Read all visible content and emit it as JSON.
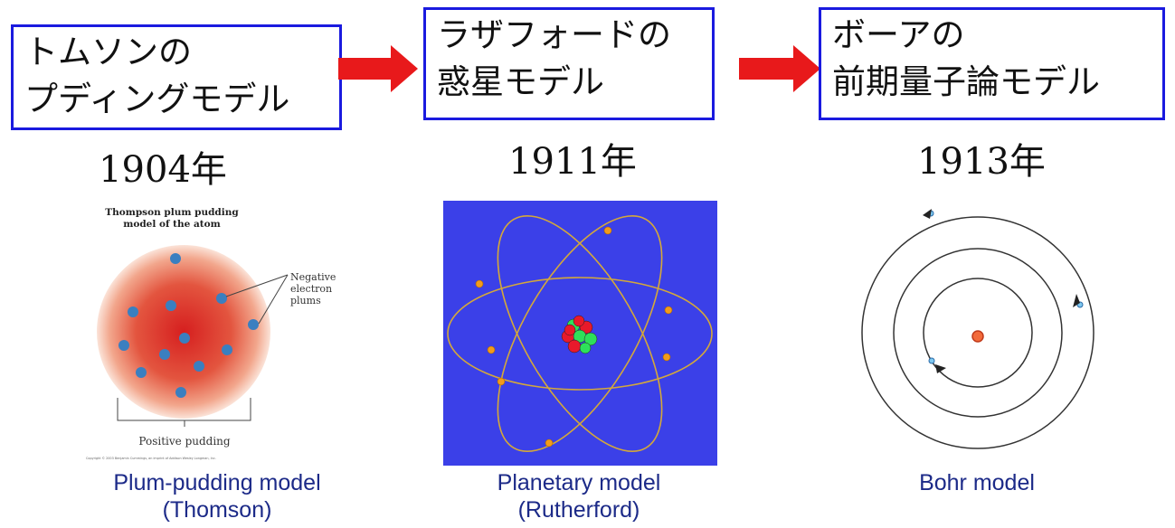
{
  "models": [
    {
      "box_lines": [
        "トムソンの",
        "プディングモデル"
      ],
      "year": "1904",
      "year_suffix": "年",
      "caption_lines": [
        "Plum-pudding model",
        "(Thomson)"
      ],
      "figure": {
        "title_lines": [
          "Thompson plum pudding",
          "model of the atom"
        ],
        "labels": [
          "Negative",
          "electron",
          "plums"
        ],
        "bottom_label": "Positive pudding",
        "copyright": "Copyright © 2003 Benjamin Cummings, an imprint of Addison Wesley Longman, Inc."
      }
    },
    {
      "box_lines": [
        "ラザフォードの",
        "惑星モデル"
      ],
      "year": "1911",
      "year_suffix": "年",
      "caption_lines": [
        "Planetary model",
        "(Rutherford)"
      ]
    },
    {
      "box_lines": [
        "ボーアの",
        "前期量子論モデル"
      ],
      "year": "1913",
      "year_suffix": "年",
      "caption_lines": [
        "Bohr model"
      ]
    }
  ],
  "colors": {
    "box_border": "#1a1adf",
    "arrow": "#e8191b",
    "caption": "#1c2a88",
    "planetary_bg": "#3b40e8",
    "orbit": "#d4a83a"
  }
}
